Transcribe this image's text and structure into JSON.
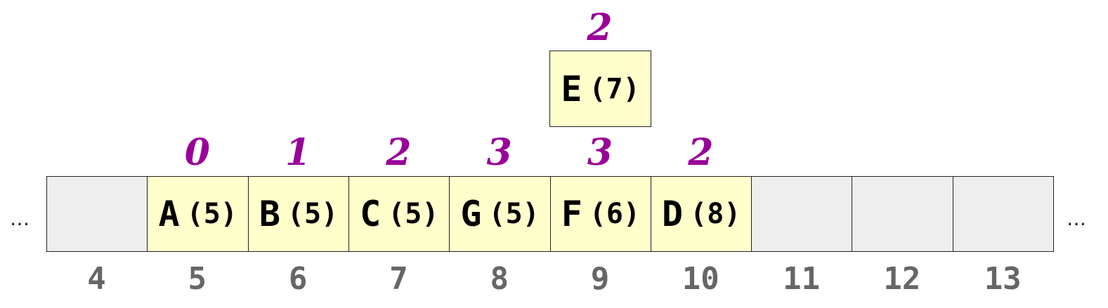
{
  "ellipsis_left": "…",
  "ellipsis_right": "…",
  "slots": [
    {
      "index": "4",
      "key": "",
      "hash": "",
      "probe": ""
    },
    {
      "index": "5",
      "key": "A",
      "hash": "(5)",
      "probe": "0"
    },
    {
      "index": "6",
      "key": "B",
      "hash": "(5)",
      "probe": "1"
    },
    {
      "index": "7",
      "key": "C",
      "hash": "(5)",
      "probe": "2"
    },
    {
      "index": "8",
      "key": "G",
      "hash": "(5)",
      "probe": "3"
    },
    {
      "index": "9",
      "key": "F",
      "hash": "(6)",
      "probe": "3"
    },
    {
      "index": "10",
      "key": "D",
      "hash": "(8)",
      "probe": "2"
    },
    {
      "index": "11",
      "key": "",
      "hash": "",
      "probe": ""
    },
    {
      "index": "12",
      "key": "",
      "hash": "",
      "probe": ""
    },
    {
      "index": "13",
      "key": "",
      "hash": "",
      "probe": ""
    }
  ],
  "pending": {
    "key": "E",
    "hash": "(7)",
    "probe": "2",
    "above_index": "9"
  },
  "colors": {
    "probe": "#990099",
    "filled": "#ffffcc",
    "empty": "#eeeeee",
    "index": "#666666"
  }
}
